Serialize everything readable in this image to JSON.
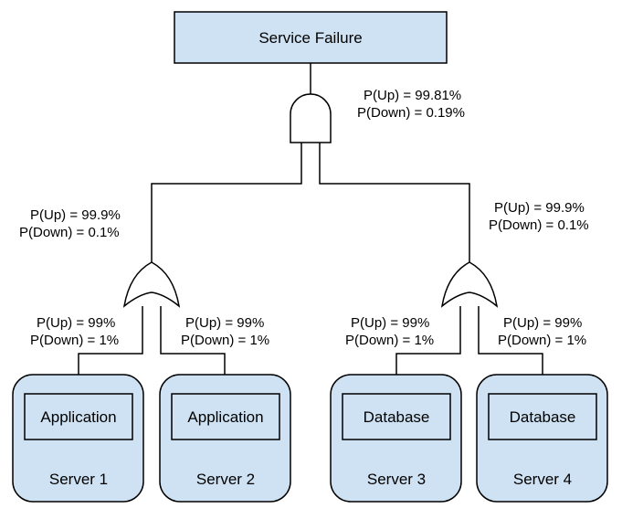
{
  "top_event": "Service Failure",
  "top_gate": {
    "type": "AND",
    "p_up": "P(Up) = 99.81%",
    "p_down": "P(Down) = 0.19%"
  },
  "left_gate": {
    "type": "OR",
    "p_up": "P(Up) = 99.9%",
    "p_down": "P(Down) = 0.1%"
  },
  "right_gate": {
    "type": "OR",
    "p_up": "P(Up) = 99.9%",
    "p_down": "P(Down) = 0.1%"
  },
  "servers": [
    {
      "component": "Application",
      "name": "Server 1",
      "p_up": "P(Up) = 99%",
      "p_down": "P(Down) = 1%"
    },
    {
      "component": "Application",
      "name": "Server 2",
      "p_up": "P(Up) = 99%",
      "p_down": "P(Down) = 1%"
    },
    {
      "component": "Database",
      "name": "Server 3",
      "p_up": "P(Up) = 99%",
      "p_down": "P(Down) = 1%"
    },
    {
      "component": "Database",
      "name": "Server 4",
      "p_up": "P(Up) = 99%",
      "p_down": "P(Down) = 1%"
    }
  ],
  "colors": {
    "box_fill": "#cfe2f3",
    "stroke": "#000000",
    "gate_fill": "#ffffff"
  }
}
